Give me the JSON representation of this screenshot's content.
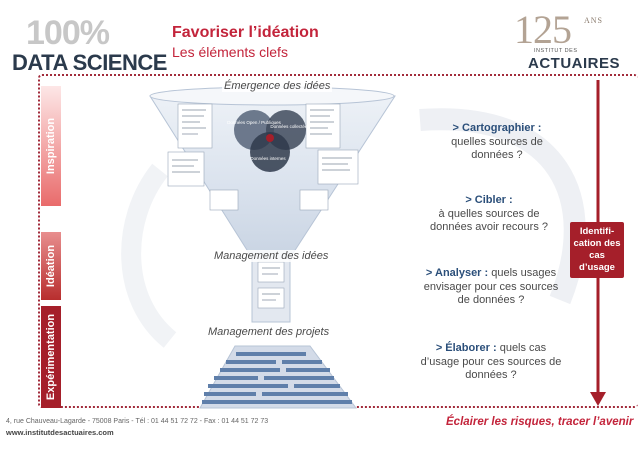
{
  "header": {
    "logo_left_top": "100%",
    "logo_left_bottom": "DATA SCIENCE",
    "title": "Favoriser l’idéation",
    "subtitle": "Les éléments clefs",
    "logo_right_number": "125",
    "logo_right_ans": "ANS",
    "logo_right_institute": "INSTITUT DES",
    "logo_right_name": "ACTUAIRES"
  },
  "phases": {
    "inspiration": "Inspiration",
    "ideation": "Idéation",
    "experimentation": "Expérimentation"
  },
  "funnel": {
    "stage_1": "Émergence des idées",
    "stage_2": "Management des idées",
    "stage_3": "Management des projets",
    "venn": [
      "Données Open / Publiques",
      "Données internes",
      "Données collectées"
    ]
  },
  "items": [
    {
      "key": "> Cartographier :",
      "text": "quelles sources de données ?"
    },
    {
      "key": "> Cibler :",
      "text": "à quelles sources de données avoir recours ?"
    },
    {
      "key": "> Analyser :",
      "text": "quels usages envisager pour ces sources de données ?"
    },
    {
      "key": "> Élaborer :",
      "text": "quels cas d’usage pour ces sources de données ?"
    }
  ],
  "usecase_label": "Identifi-cation des cas d’usage",
  "footer": {
    "address": "4, rue Chauveau-Lagarde - 75008 Paris - Tél : 01 44 51 72 72 - Fax : 01 44 51 72 73",
    "website": "www.institutdesactuaires.com",
    "tagline": "Éclairer les risques, tracer l’avenir"
  },
  "colors": {
    "brand_red": "#a51f2a",
    "title_red": "#c3243b",
    "navy": "#2b3a4c",
    "key_blue": "#2b4f7a"
  }
}
